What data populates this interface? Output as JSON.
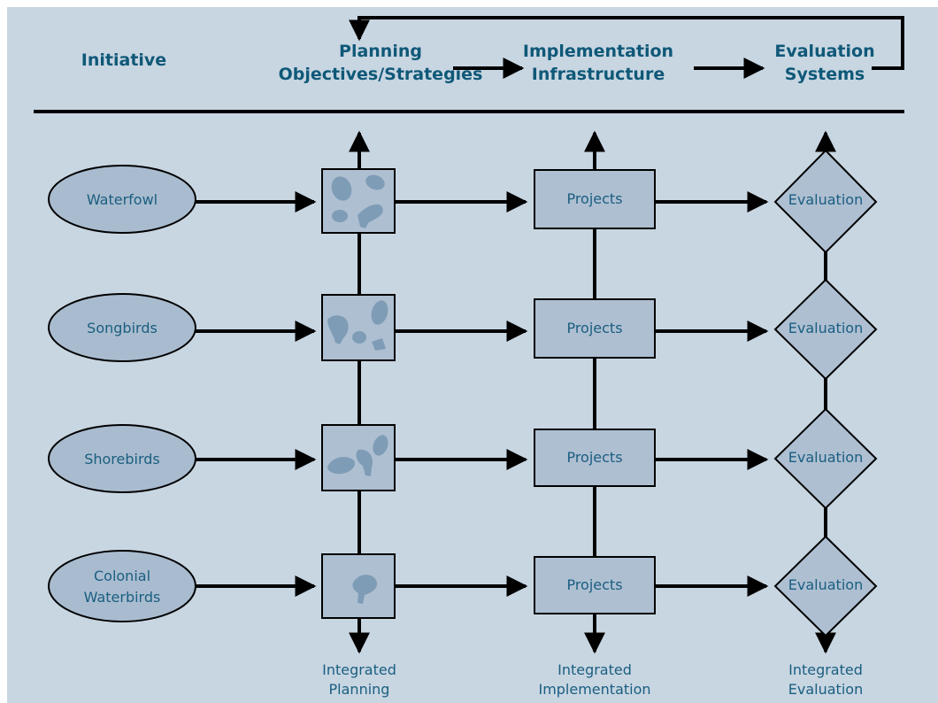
{
  "colors": {
    "background": "#c8d6e2",
    "shape_fill": "#aebfd2",
    "oval_fill": "#a9bccf",
    "blob": "#7e9cb5",
    "text": "#1a5e80",
    "header_text": "#0f5878",
    "line": "#000000"
  },
  "header": {
    "initiative": "Initiative",
    "planning_line1": "Planning",
    "planning_line2": "Objectives/Strategies",
    "implementation_line1": "Implementation",
    "implementation_line2": "Infrastructure",
    "evaluation_line1": "Evaluation",
    "evaluation_line2": "Systems"
  },
  "rows": [
    {
      "initiative_line1": "Waterfowl",
      "initiative_line2": "",
      "project": "Projects",
      "evaluation": "Evaluation"
    },
    {
      "initiative_line1": "Songbirds",
      "initiative_line2": "",
      "project": "Projects",
      "evaluation": "Evaluation"
    },
    {
      "initiative_line1": "Shorebirds",
      "initiative_line2": "",
      "project": "Projects",
      "evaluation": "Evaluation"
    },
    {
      "initiative_line1": "Colonial",
      "initiative_line2": "Waterbirds",
      "project": "Projects",
      "evaluation": "Evaluation"
    }
  ],
  "footer": {
    "planning_line1": "Integrated",
    "planning_line2": "Planning",
    "implementation_line1": "Integrated",
    "implementation_line2": "Implementation",
    "evaluation_line1": "Integrated",
    "evaluation_line2": "Evaluation"
  }
}
